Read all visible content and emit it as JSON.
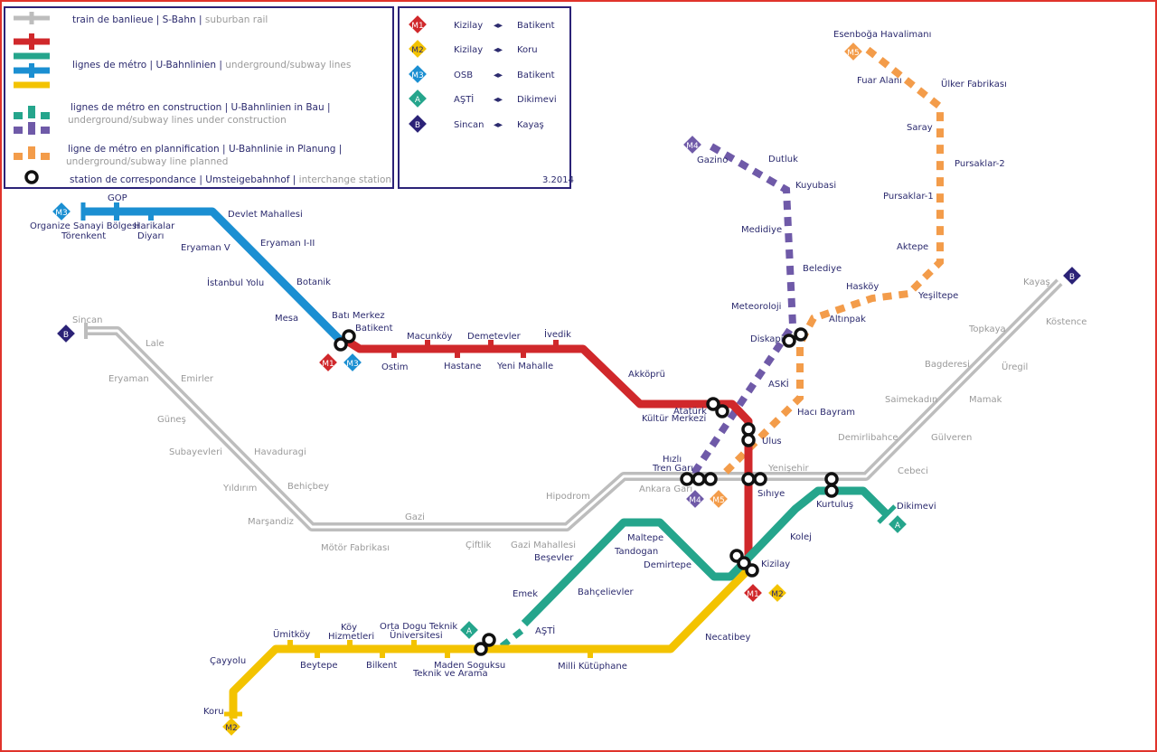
{
  "colors": {
    "s_bahn": "#bdbdbd",
    "m1": "#d0282b",
    "m2": "#f3c300",
    "m3": "#1b8fd2",
    "a_line": "#25a58c",
    "m4": "#6f5aa8",
    "m5": "#f39c4a",
    "b_badge": "#2b2277",
    "text": "#2b2a6e",
    "grey_text": "#9a9a9a",
    "frame": "#e0332b"
  },
  "legend": {
    "rail": {
      "a": "train de banlieue",
      "b": "S-Bahn",
      "c": "suburban rail"
    },
    "metro": {
      "a": "lignes de métro",
      "b": "U-Bahnlinien",
      "c": "underground/subway lines"
    },
    "construction": {
      "a": "lignes de métro en construction",
      "b": "U-Bahnlinien in Bau |",
      "c": "underground/subway lines under construction"
    },
    "planned": {
      "a": "ligne de métro en plannification",
      "b": "U-Bahnlinie in Planung |",
      "c": "underground/subway line planned"
    },
    "interchange": {
      "a": "station de correspondance",
      "b": "Umsteigebahnhof",
      "c": "interchange station"
    },
    "sep": "|"
  },
  "routes": [
    {
      "badge": "M1",
      "from": "Kizilay",
      "to": "Batikent"
    },
    {
      "badge": "M2",
      "from": "Kizilay",
      "to": "Koru"
    },
    {
      "badge": "M3",
      "from": "OSB",
      "to": "Batikent"
    },
    {
      "badge": "A",
      "from": "AŞTİ",
      "to": "Dikimevi"
    },
    {
      "badge": "B",
      "from": "Sincan",
      "to": "Kayaş"
    }
  ],
  "route_arrow": "◂▸",
  "date": "3.2014",
  "badges": {
    "m1": "M1",
    "m2": "M2",
    "m3": "M3",
    "m4": "M4",
    "m5": "M5",
    "a": "A",
    "b": "B"
  },
  "stations": {
    "gop": "GOP",
    "osb_1": "Organize Sanayi Bölgesi",
    "osb_2": "Törenkent",
    "harikalar_1": "Harikalar",
    "harikalar_2": "Diyarı",
    "devlet": "Devlet Mahallesi",
    "eryaman12": "Eryaman I-II",
    "eryaman5": "Eryaman V",
    "botanik": "Botanik",
    "istanbul_yolu": "İstanbul Yolu",
    "mesa": "Mesa",
    "bati_merkez": "Batı Merkez",
    "batikent": "Batikent",
    "ostim": "Ostim",
    "macunkoy": "Macunköy",
    "hastane": "Hastane",
    "demetevler": "Demetevler",
    "yeni_mahalle": "Yeni Mahalle",
    "ivedik": "İvedik",
    "akkopru": "Akköprü",
    "ataturk": "Atatürk",
    "kultur": "Kültür Merkezi",
    "ulus": "Ulus",
    "haci_bayram": "Hacı Bayram",
    "hizli_1": "Hızlı",
    "hizli_2": "Tren Garı",
    "ankara_gari": "Ankara Garı",
    "yenisehir": "Yenişehir",
    "sihhiye": "Sıhıye",
    "kurtulus": "Kurtuluş",
    "dikimevi": "Dikimevi",
    "kolej": "Kolej",
    "kizilay": "Kizilay",
    "maltepe": "Maltepe",
    "tandogan": "Tandogan",
    "demirtepe": "Demirtepe",
    "besevler": "Beşevler",
    "emek": "Emek",
    "bahcelievler": "Bahçelievler",
    "asti": "AŞTİ",
    "necatibey": "Necatibey",
    "milli": "Milli Kütüphane",
    "maden_1": "Maden Soguksu",
    "maden_2": "Teknik ve Arama",
    "odtu_1": "Orta Dogu Teknik",
    "odtu_2": "Üniversitesi",
    "koy_1": "Köy",
    "koy_2": "Hizmetleri",
    "bilkent": "Bilkent",
    "umitkoy": "Ümitköy",
    "beytepe": "Beytepe",
    "cayyolu": "Çayyolu",
    "koru": "Koru",
    "gazino": "Gazino",
    "dutluk": "Dutluk",
    "kuyubasi": "Kuyubasi",
    "medidiye": "Medidiye",
    "belediye": "Belediye",
    "meteoroloji": "Meteoroloji",
    "diskapi": "Diskapi",
    "aski": "ASKİ",
    "esenboga": "Esenboğa Havalimanı",
    "fuar": "Fuar Alanı",
    "ulker": "Ülker Fabrikası",
    "saray": "Saray",
    "pursaklar2": "Pursaklar-2",
    "pursaklar1": "Pursaklar-1",
    "aktepe": "Aktepe",
    "haskoy": "Hasköy",
    "yesiltepe": "Yeşiltepe",
    "altinpak": "Altınpak",
    "sincan": "Sincan",
    "lale": "Lale",
    "eryaman_r": "Eryaman",
    "emirler": "Emirler",
    "gunes": "Güneş",
    "subayevleri": "Subayevleri",
    "havaduragi": "Havaduragi",
    "yildirim": "Yıldırım",
    "behicbey": "Behiçbey",
    "marsandiz": "Marşandiz",
    "motor": "Mötör Fabrikası",
    "gazi": "Gazi",
    "ciftlik": "Çiftlik",
    "gazi_mah": "Gazi Mahallesi",
    "hipodrom": "Hipodrom",
    "cebeci": "Cebeci",
    "demirlibahce": "Demirlibahce",
    "gulveren": "Gülveren",
    "saimekadin": "Saimekadın",
    "mamak": "Mamak",
    "bagderesi": "Bagderesi",
    "uregil": "Üregil",
    "topkaya": "Topkaya",
    "kostence": "Köstence",
    "kayas": "Kayaş"
  }
}
